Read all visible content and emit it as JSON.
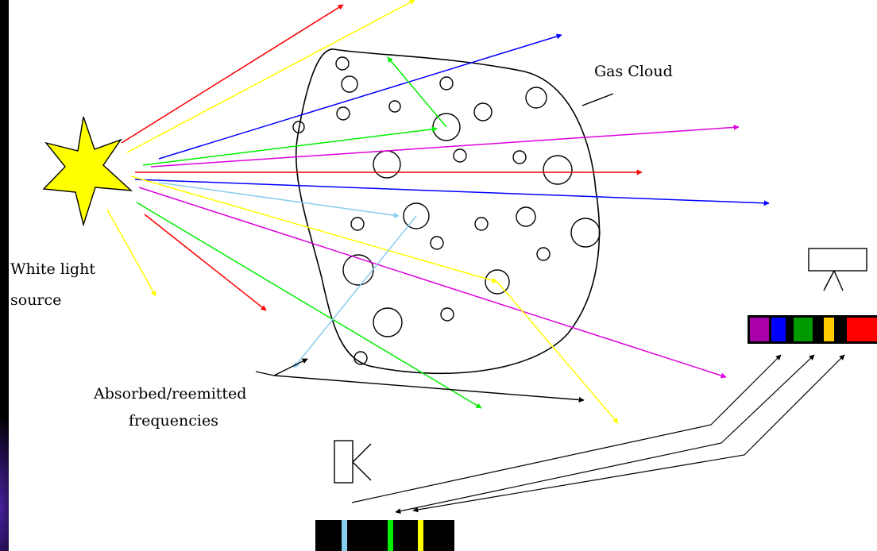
{
  "labels": {
    "gas_cloud": "Gas Cloud",
    "white_light_line1": "White light",
    "white_light_line2": "source",
    "absorbed_line1": "Absorbed/reemitted",
    "absorbed_line2": "frequencies"
  },
  "colors": {
    "background": "#000000",
    "panel": "#ffffff",
    "star_fill": "#ffff00",
    "red": "#ff0000",
    "yellow": "#ffff00",
    "blue": "#0000ff",
    "green": "#00ee00",
    "magenta": "#dd00dd",
    "light_blue": "#88ccee",
    "black": "#000000",
    "purple": "#aa00aa",
    "dark_green": "#009900",
    "gold": "#ffcc00"
  },
  "emission_spectrum_bands": [
    "purple",
    "blue",
    "dark_green",
    "gold",
    "red"
  ],
  "absorption_spectrum_lines": [
    "light_blue",
    "green",
    "yellow"
  ]
}
